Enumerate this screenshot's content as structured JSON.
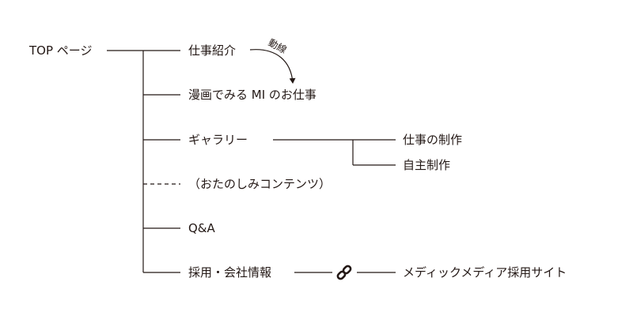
{
  "root": {
    "label": "TOP ページ"
  },
  "branches": [
    {
      "id": "work",
      "label": "仕事紹介",
      "note": "動線"
    },
    {
      "id": "manga",
      "label": "漫画でみる MI のお仕事"
    },
    {
      "id": "gallery",
      "label": "ギャラリー",
      "children": [
        "仕事の制作",
        "自主制作"
      ]
    },
    {
      "id": "fun",
      "label": "（おたのしみコンテンツ）",
      "dashed": true
    },
    {
      "id": "qa",
      "label": "Q&A"
    },
    {
      "id": "recruit",
      "label": "採用・会社情報",
      "link": "メディックメディア採用サイト",
      "link_icon": "chain-link-icon"
    }
  ],
  "colors": {
    "line": "#231815",
    "text": "#231815"
  }
}
